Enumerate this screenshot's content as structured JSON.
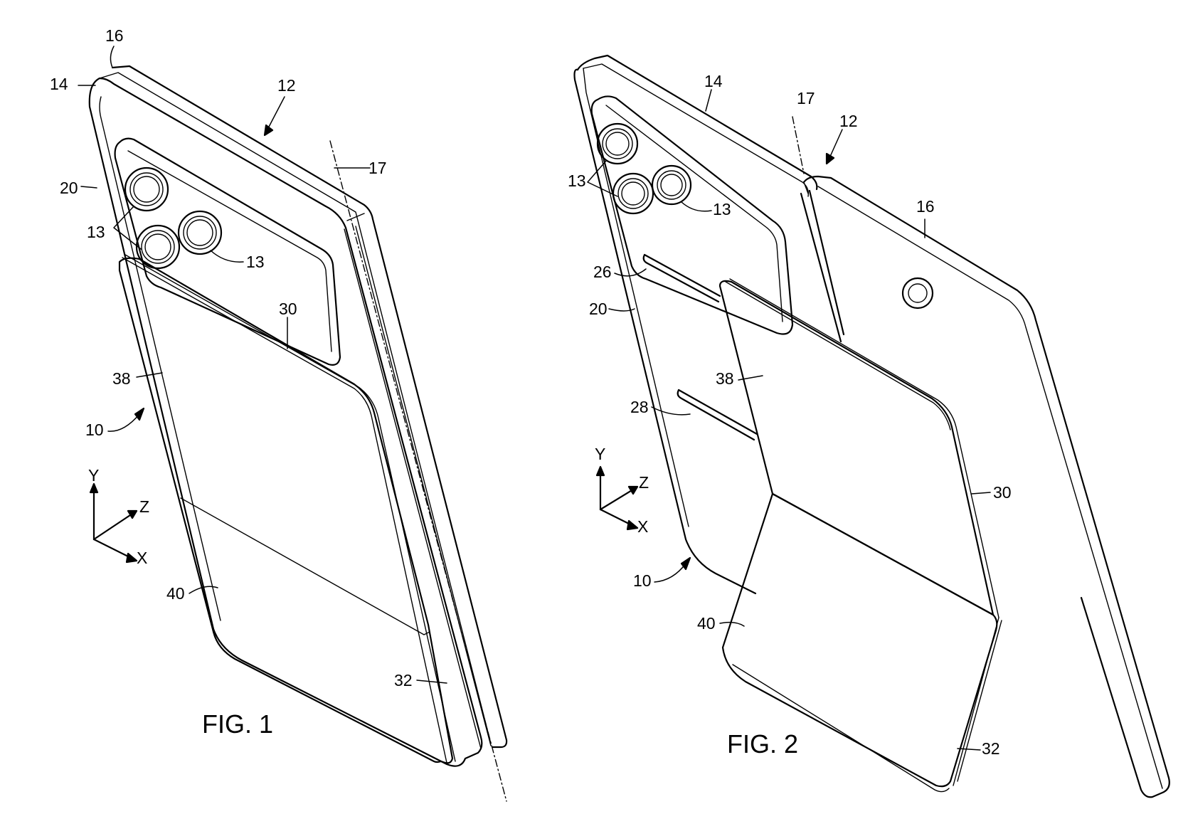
{
  "figures": [
    {
      "caption": "FIG. 1",
      "labels": {
        "r16": "16",
        "r14": "14",
        "r12": "12",
        "r17": "17",
        "r20": "20",
        "r13a": "13",
        "r13b": "13",
        "r30": "30",
        "r38": "38",
        "r10": "10",
        "r40": "40",
        "r32": "32"
      },
      "axes": {
        "y": "Y",
        "z": "Z",
        "x": "X"
      }
    },
    {
      "caption": "FIG. 2",
      "labels": {
        "r14": "14",
        "r17": "17",
        "r12": "12",
        "r13a": "13",
        "r13b": "13",
        "r16": "16",
        "r26": "26",
        "r20": "20",
        "r38": "38",
        "r28": "28",
        "r30": "30",
        "r10": "10",
        "r40": "40",
        "r32": "32"
      },
      "axes": {
        "y": "Y",
        "z": "Z",
        "x": "X"
      }
    }
  ]
}
